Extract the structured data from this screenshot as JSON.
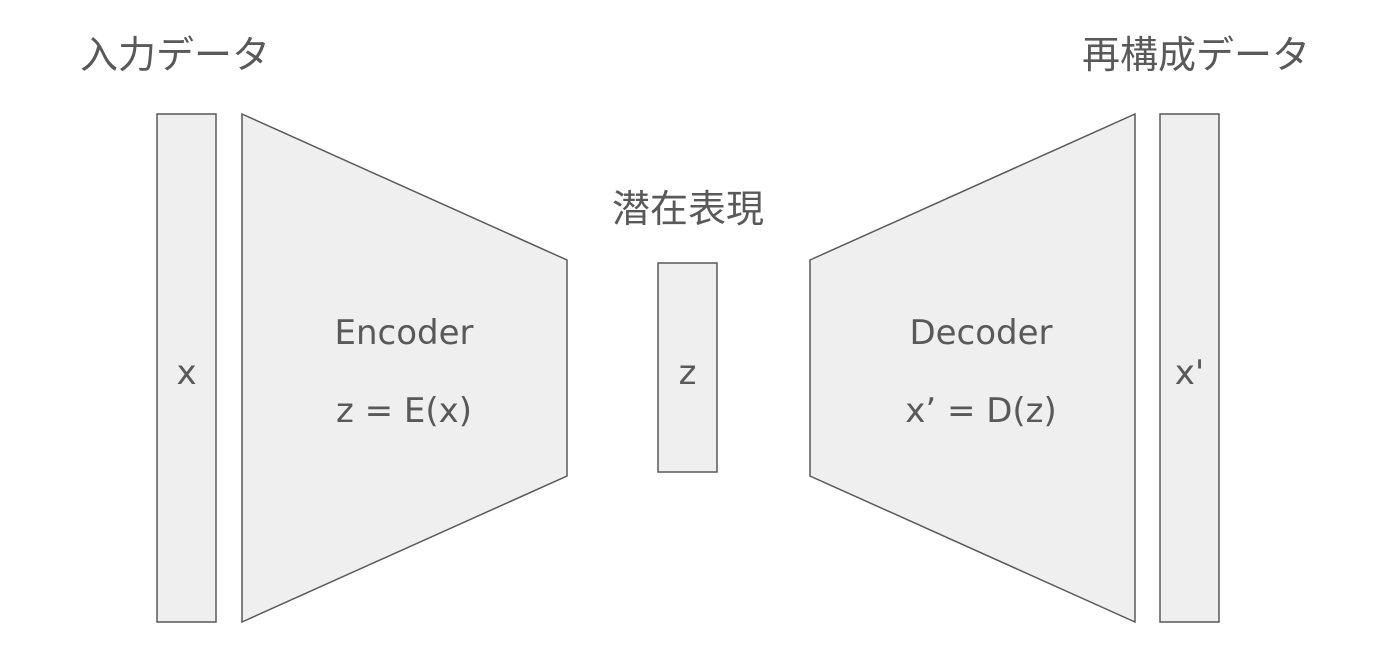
{
  "labels": {
    "input_title": "入力データ",
    "output_title": "再構成データ",
    "latent_title": "潜在表現"
  },
  "input_block": {
    "label": "x"
  },
  "encoder": {
    "name": "Encoder",
    "formula": "z = E(x)"
  },
  "latent_block": {
    "label": "z"
  },
  "decoder": {
    "name": "Decoder",
    "formula": "x’ = D(z)"
  },
  "output_block": {
    "label": "x'"
  },
  "colors": {
    "fill": "#efefef",
    "stroke": "#595959",
    "text": "#595959"
  }
}
